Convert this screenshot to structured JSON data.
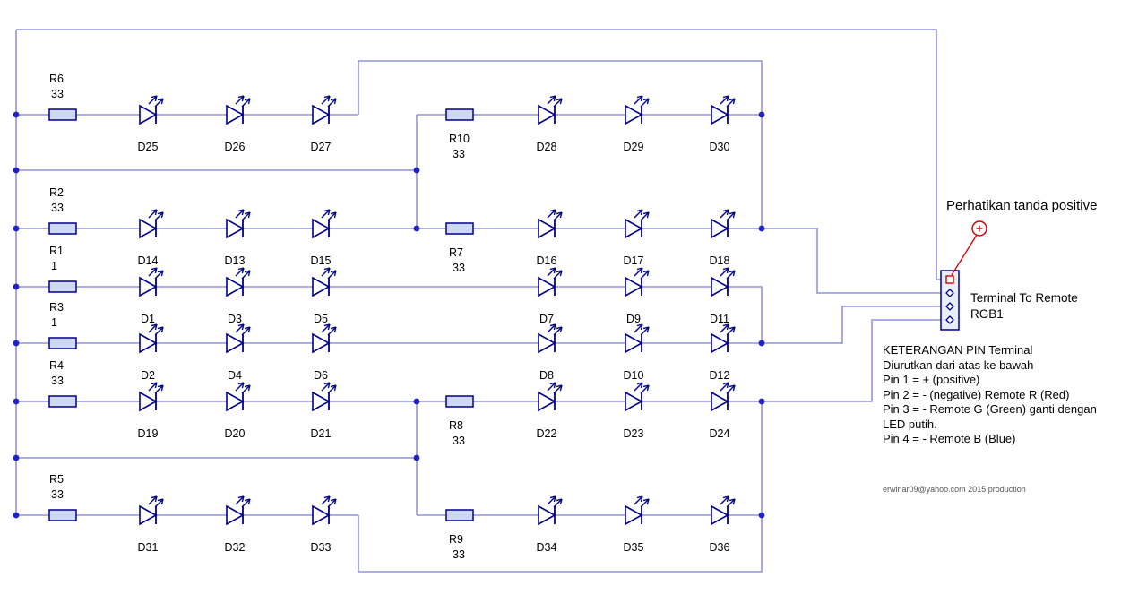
{
  "colors": {
    "wire": "#9494dc",
    "component": "#00008b",
    "resistor_fill": "#cdd9f0",
    "dot": "#2121c8",
    "red": "#d40000",
    "text": "#000000",
    "watermark": "#555555"
  },
  "rows": [
    {
      "left_resistor": {
        "name": "R6",
        "value": "33"
      },
      "left_diodes": [
        "D25",
        "D26",
        "D27"
      ],
      "right_resistor": {
        "name": "R10",
        "value": "33"
      },
      "right_diodes": [
        "D28",
        "D29",
        "D30"
      ]
    },
    {
      "left_resistor": {
        "name": "R2",
        "value": "33"
      },
      "left_diodes": [
        "D14",
        "D13",
        "D15"
      ],
      "right_resistor": {
        "name": "R7",
        "value": "33"
      },
      "right_diodes": [
        "D16",
        "D17",
        "D18"
      ]
    },
    {
      "left_resistor": {
        "name": "R1",
        "value": "1"
      },
      "left_diodes": [
        "D1",
        "D3",
        "D5"
      ],
      "right_resistor": null,
      "right_diodes": [
        "D7",
        "D9",
        "D11"
      ]
    },
    {
      "left_resistor": {
        "name": "R3",
        "value": "1"
      },
      "left_diodes": [
        "D2",
        "D4",
        "D6"
      ],
      "right_resistor": null,
      "right_diodes": [
        "D8",
        "D10",
        "D12"
      ]
    },
    {
      "left_resistor": {
        "name": "R4",
        "value": "33"
      },
      "left_diodes": [
        "D19",
        "D20",
        "D21"
      ],
      "right_resistor": {
        "name": "R8",
        "value": "33"
      },
      "right_diodes": [
        "D22",
        "D23",
        "D24"
      ]
    },
    {
      "left_resistor": {
        "name": "R5",
        "value": "33"
      },
      "left_diodes": [
        "D31",
        "D32",
        "D33"
      ],
      "right_resistor": {
        "name": "R9",
        "value": "33"
      },
      "right_diodes": [
        "D34",
        "D35",
        "D36"
      ]
    }
  ],
  "annotations": {
    "positive_note": "Perhatikan tanda positive",
    "plus_symbol": "+",
    "terminal_label_1": "Terminal To Remote",
    "terminal_label_2": "RGB1",
    "notes": [
      "KETERANGAN PIN Terminal",
      "Diurutkan dari atas ke bawah",
      "Pin 1 = + (positive)",
      "Pin 2 = - (negative) Remote R (Red)",
      "Pin 3 = - Remote G (Green) ganti dengan",
      "LED putih.",
      "Pin 4 = - Remote B (Blue)"
    ],
    "watermark": "erwinar09@yahoo.com 2015 production"
  }
}
